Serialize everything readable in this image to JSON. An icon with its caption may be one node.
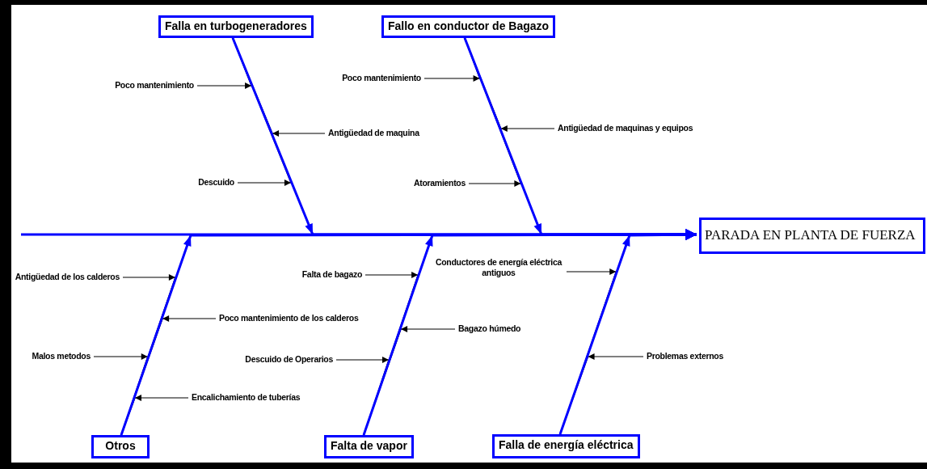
{
  "diagram": {
    "nodes": [
      {
        "text": [
          "Falla en turbogeneradores"
        ]
      },
      {
        "text": [
          "Fallo en conductor de Bagazo"
        ]
      },
      {
        "text": [
          "Poco mantenimiento"
        ]
      },
      {
        "text": [
          "Poco mantenimiento"
        ]
      },
      {
        "text": [
          "Antigüedad de maquina"
        ]
      },
      {
        "text": [
          "Antigüedad de maquinas y equipos"
        ]
      },
      {
        "text": [
          "Descuido"
        ]
      },
      {
        "text": [
          "Atoramientos"
        ]
      },
      {
        "text": [
          "PARADA EN PLANTA DE FUERZA"
        ]
      },
      {
        "text": [
          "Antigüedad de los calderos"
        ]
      },
      {
        "text": [
          "Conductores de energía eléctrica antiguos"
        ]
      },
      {
        "text": [
          "Falta de bagazo"
        ]
      },
      {
        "text": [
          "Poco mantenimiento de los calderos"
        ]
      },
      {
        "text": [
          "Bagazo húmedo"
        ]
      },
      {
        "text": [
          "Malos metodos"
        ]
      },
      {
        "text": [
          "Descuido de Operarios"
        ]
      },
      {
        "text": [
          "Problemas externos"
        ]
      },
      {
        "text": [
          "Encalichamiento de tuberías"
        ]
      },
      {
        "text": [
          "Otros"
        ]
      },
      {
        "text": [
          "Falta de vapor"
        ]
      },
      {
        "text": [
          "Falla de energía eléctrica"
        ]
      }
    ],
    "edges": [
      {
        "from": 2,
        "to": 0,
        "arrow": "to"
      },
      {
        "from": 4,
        "to": 0,
        "arrow": "to"
      },
      {
        "from": 6,
        "to": 0,
        "arrow": "to"
      },
      {
        "from": 3,
        "to": 1,
        "arrow": "to"
      },
      {
        "from": 5,
        "to": 1,
        "arrow": "to"
      },
      {
        "from": 7,
        "to": 1,
        "arrow": "to"
      },
      {
        "from": 9,
        "to": 18,
        "arrow": "to"
      },
      {
        "from": 12,
        "to": 18,
        "arrow": "to"
      },
      {
        "from": 14,
        "to": 18,
        "arrow": "to"
      },
      {
        "from": 17,
        "to": 18,
        "arrow": "to"
      },
      {
        "from": 11,
        "to": 19,
        "arrow": "to"
      },
      {
        "from": 13,
        "to": 19,
        "arrow": "to"
      },
      {
        "from": 15,
        "to": 19,
        "arrow": "to"
      },
      {
        "from": 10,
        "to": 20,
        "arrow": "to"
      },
      {
        "from": 16,
        "to": 20,
        "arrow": "to"
      },
      {
        "from": 0,
        "to": 8,
        "arrow": "to",
        "style": "thick",
        "color": "#0000ff"
      },
      {
        "from": 1,
        "to": 8,
        "arrow": "to",
        "style": "thick",
        "color": "#0000ff"
      },
      {
        "from": 18,
        "to": 8,
        "arrow": "to",
        "style": "thick",
        "color": "#0000ff"
      },
      {
        "from": 19,
        "to": 8,
        "arrow": "to",
        "style": "thick",
        "color": "#0000ff"
      },
      {
        "from": 20,
        "to": 8,
        "arrow": "to",
        "style": "thick",
        "color": "#0000ff"
      },
      {
        "from": null,
        "to": 8,
        "arrow": "to",
        "style": "thick",
        "color": "#0000ff"
      }
    ]
  }
}
